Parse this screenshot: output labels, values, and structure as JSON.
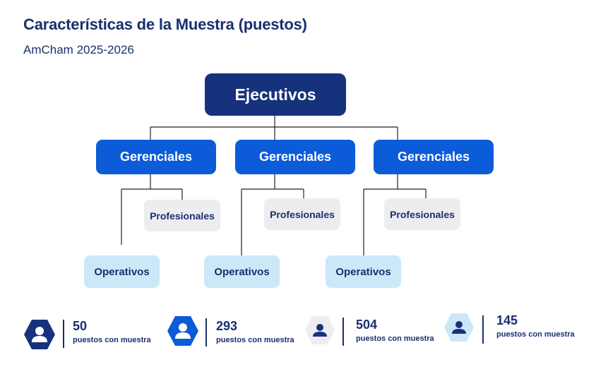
{
  "header": {
    "title": "Características de la Muestra (puestos)",
    "subtitle": "AmCham 2025-2026"
  },
  "org_chart": {
    "top": "Ejecutivos",
    "branches": [
      {
        "manager": "Gerenciales",
        "professional": "Profesionales",
        "operative": "Operativos"
      },
      {
        "manager": "Gerenciales",
        "professional": "Profesionales",
        "operative": "Operativos"
      },
      {
        "manager": "Gerenciales",
        "professional": "Profesionales",
        "operative": "Operativos"
      }
    ]
  },
  "stats": [
    {
      "value": "50",
      "label": "puestos con muestra",
      "icon": "person-hexagon-icon",
      "color": "#17327c"
    },
    {
      "value": "293",
      "label": "puestos con muestra",
      "icon": "person-hexagon-icon",
      "color": "#0c5bd9"
    },
    {
      "value": "504",
      "label": "puestos con muestra",
      "icon": "person-hexagon-icon",
      "color": "#ededf0"
    },
    {
      "value": "145",
      "label": "puestos con muestra",
      "icon": "person-hexagon-icon",
      "color": "#cce8f8"
    }
  ],
  "colors": {
    "navy": "#17327c",
    "blue": "#0c5bd9",
    "light_gray": "#ededf0",
    "light_blue": "#cce8f8",
    "text": "#1a2f6e"
  }
}
